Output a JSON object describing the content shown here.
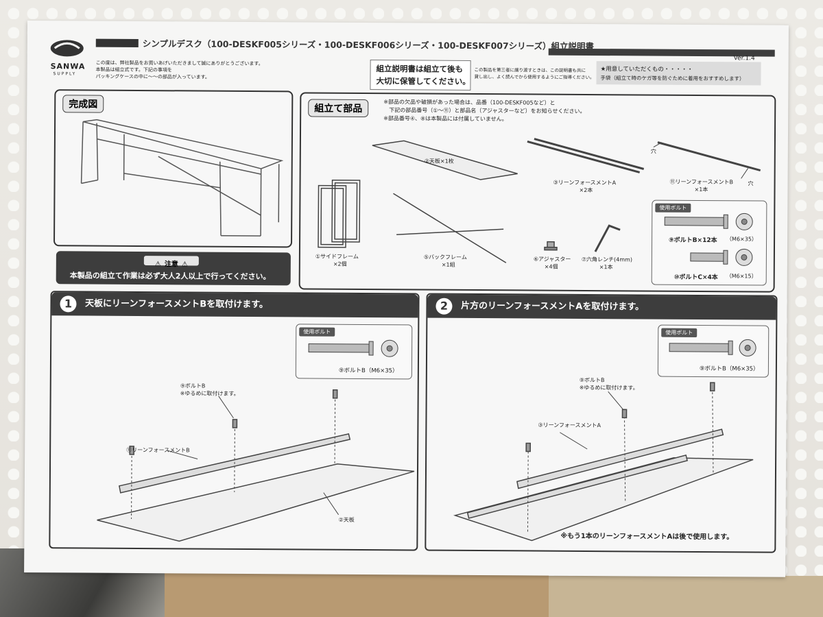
{
  "brand": {
    "logo_text": "SANWA",
    "logo_sub": "SUPPLY"
  },
  "title": "シンプルデスク（100-DESKF005シリーズ・100-DESKF006シリーズ・100-DESKF007シリーズ）組立説明書",
  "version": "Ver.1.4",
  "intro_text": [
    "この度は、弊社製品をお買いあげいただきまして誠にありがとうございます。",
    "本製品は組立式です。下記の事項を",
    "パッキングケースの中に〜〜の部品が入っています。"
  ],
  "keep_notice": {
    "line1": "組立説明書は組立て後も",
    "line2": "大切に保管してください。",
    "sub1": "この製品を第三者に譲り渡すときは、この説明書も共に",
    "sub2": "貸し出し、よく読んでから使用するようにご指導ください。"
  },
  "prep": {
    "line1": "★用意していただくもの・・・・・",
    "line2": "手袋（組立て時のケガ等を防ぐために着用をおすすめします）"
  },
  "completed": {
    "label": "完成図"
  },
  "caution": {
    "label": "注意",
    "text": "本製品の組立て作業は必ず大人2人以上で行ってください。"
  },
  "parts": {
    "label": "組立て部品",
    "notes": [
      "※部品の欠品や破損があった場合は、品番（100-DESKF005など）と",
      "下記の部品番号（①〜⑪）と部品名（アジャスターなど）をお知らせください。",
      "※部品番号④、⑧は本製品には付属していません。"
    ],
    "items": [
      {
        "name": "②天板×1枚",
        "qty": ""
      },
      {
        "name": "③リーンフォースメントA",
        "qty": "×2本"
      },
      {
        "name": "⑪リーンフォースメントB",
        "qty": "×1本"
      },
      {
        "name": "①サイドフレーム",
        "qty": "×2個"
      },
      {
        "name": "⑤バックフレーム",
        "qty": "×1組"
      },
      {
        "name": "⑥アジャスター",
        "qty": "×4個"
      },
      {
        "name": "⑦六角レンチ(4mm)",
        "qty": "×1本"
      }
    ],
    "hole": "穴",
    "bolts_tag": "使用ボルト",
    "bolts": [
      {
        "name": "⑨ボルトB×12本",
        "spec": "（M6×35）"
      },
      {
        "name": "⑩ボルトC×4本",
        "spec": "（M6×15）"
      }
    ]
  },
  "step1": {
    "num": "1",
    "title": "天板にリーンフォースメントBを取付けます。",
    "bolts_tag": "使用ボルト",
    "bolt": "⑨ボルトB（M6×35）",
    "callout_bolt": "⑨ボルトB",
    "callout_note": "※ゆるめに取付けます。",
    "label_reinf": "⑪リーンフォースメントB",
    "label_top": "②天板"
  },
  "step2": {
    "num": "2",
    "title": "片方のリーンフォースメントAを取付けます。",
    "bolts_tag": "使用ボルト",
    "bolt": "⑨ボルトB（M6×35）",
    "callout_bolt": "⑨ボルトB",
    "callout_note": "※ゆるめに取付けます。",
    "label_reinf": "③リーンフォースメントA",
    "footnote": "※もう1本のリーンフォースメントAは後で使用します。"
  },
  "colors": {
    "dark": "#3d3d3d",
    "paper": "#f6f6f5",
    "cardboard": "#b89a72"
  }
}
